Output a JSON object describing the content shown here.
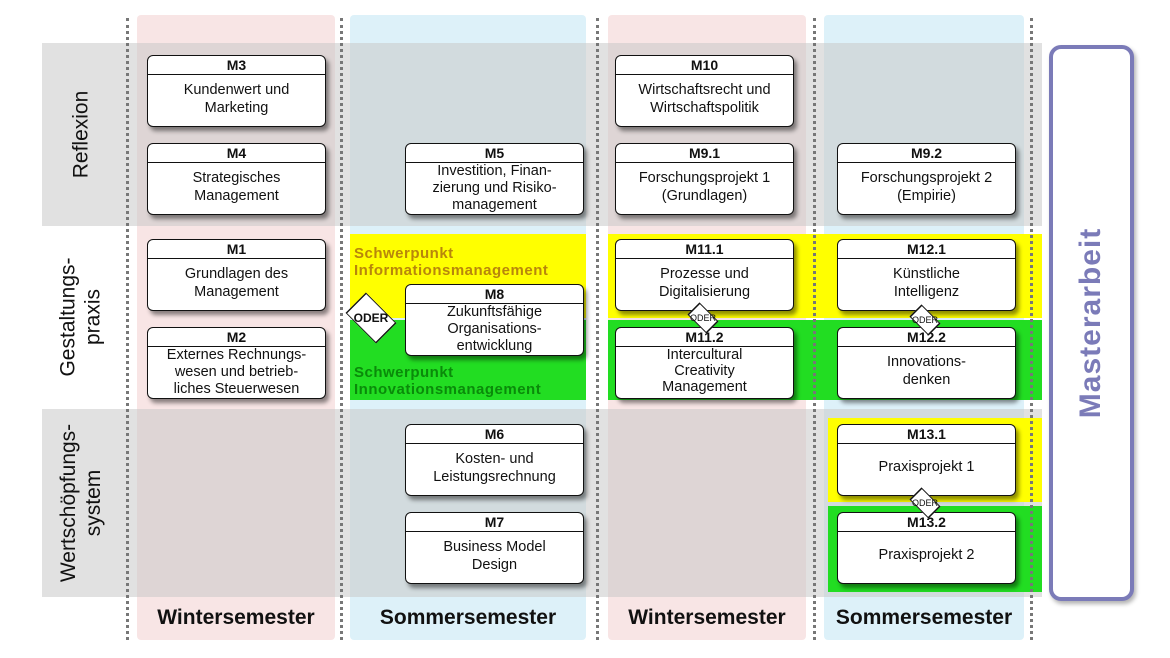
{
  "rows": [
    {
      "id": "reflexion",
      "label": "Reflexion"
    },
    {
      "id": "gestaltung",
      "label": "Gestaltungs-\npraxis"
    },
    {
      "id": "wertschoepfung",
      "label": "Wertschöpfungs-\nsystem"
    }
  ],
  "semesters": [
    "Wintersemester",
    "Sommersemester",
    "Wintersemester",
    "Sommersemester"
  ],
  "modules": {
    "m3": {
      "code": "M3",
      "title": "Kundenwert und\nMarketing"
    },
    "m4": {
      "code": "M4",
      "title": "Strategisches\nManagement"
    },
    "m5": {
      "code": "M5",
      "title": "Investition, Finan-\nzierung und Risiko-\nmanagement"
    },
    "m10": {
      "code": "M10",
      "title": "Wirtschaftsrecht und\nWirtschaftspolitik"
    },
    "m91": {
      "code": "M9.1",
      "title": "Forschungsprojekt 1\n(Grundlagen)"
    },
    "m92": {
      "code": "M9.2",
      "title": "Forschungsprojekt 2\n(Empirie)"
    },
    "m1": {
      "code": "M1",
      "title": "Grundlagen des\nManagement"
    },
    "m2": {
      "code": "M2",
      "title": "Externes Rechnungs-\nwesen und betrieb-\nliches Steuerwesen"
    },
    "m8": {
      "code": "M8",
      "title": "Zukunftsfähige\nOrganisations-\nentwicklung"
    },
    "m111": {
      "code": "M11.1",
      "title": "Prozesse und\nDigitalisierung"
    },
    "m112": {
      "code": "M11.2",
      "title": "Intercultural\nCreativity\nManagement"
    },
    "m121": {
      "code": "M12.1",
      "title": "Künstliche\nIntelligenz"
    },
    "m122": {
      "code": "M12.2",
      "title": "Innovations-\ndenken"
    },
    "m6": {
      "code": "M6",
      "title": "Kosten- und\nLeistungsrechnung"
    },
    "m7": {
      "code": "M7",
      "title": "Business Model\nDesign"
    },
    "m131": {
      "code": "M13.1",
      "title": "Praxisprojekt 1"
    },
    "m132": {
      "code": "M13.2",
      "title": "Praxisprojekt 2"
    }
  },
  "focus": {
    "info": "Schwerpunkt\nInformationsmanagement",
    "innov": "Schwerpunkt\nInnovationsmanagement"
  },
  "oder": "ODER",
  "master": "Masterarbeit",
  "colors": {
    "yellow": "#ffff00",
    "green": "#22dd22",
    "master": "#7b7bb8",
    "band": "#c9c9c9"
  }
}
